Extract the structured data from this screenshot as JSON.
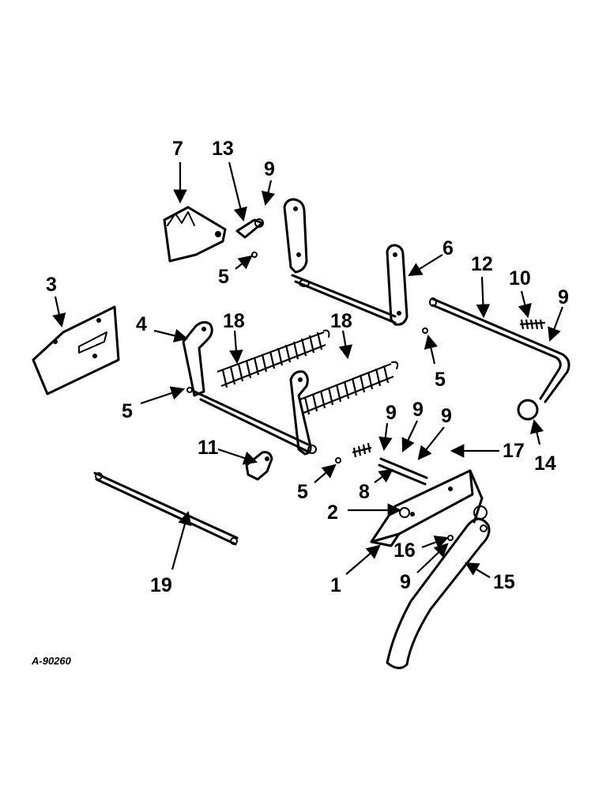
{
  "drawing_number": "A-90260",
  "callouts": {
    "c1": "1",
    "c2": "2",
    "c3": "3",
    "c4": "4",
    "c5a": "5",
    "c5b": "5",
    "c5c": "5",
    "c5d": "5",
    "c6": "6",
    "c7": "7",
    "c8": "8",
    "c9a": "9",
    "c9b": "9",
    "c9c": "9",
    "c9d": "9",
    "c9e": "9",
    "c9f": "9",
    "c10": "10",
    "c11": "11",
    "c12": "12",
    "c13": "13",
    "c14": "14",
    "c15": "15",
    "c16": "16",
    "c17": "17",
    "c18a": "18",
    "c18b": "18",
    "c19": "19"
  }
}
